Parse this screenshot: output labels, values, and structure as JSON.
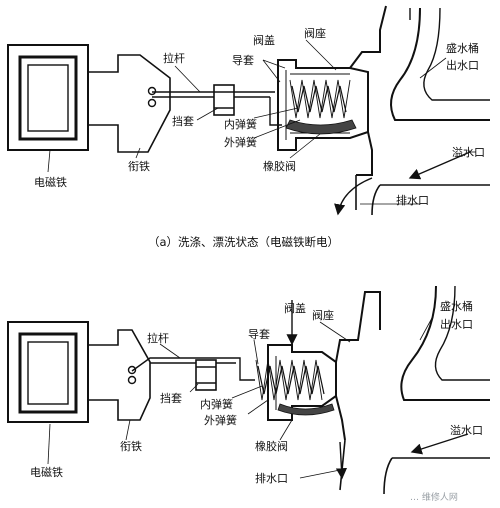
{
  "top": {
    "caption": "（a）洗涤、漂洗状态（电磁铁断电）",
    "labels": {
      "pull_rod": "拉杆",
      "valve_cover": "阀盖",
      "valve_seat": "阀座",
      "guide_sleeve": "导套",
      "stopper": "挡套",
      "inner_spring": "内弹簧",
      "outer_spring": "外弹簧",
      "rubber_valve": "橡胶阀",
      "armature": "衔铁",
      "electromagnet": "电磁铁",
      "tub_outlet_line1": "盛水桶",
      "tub_outlet_line2": "出水口",
      "overflow": "溢水口",
      "drain": "排水口"
    }
  },
  "bottom": {
    "labels": {
      "pull_rod": "拉杆",
      "valve_cover": "阀盖",
      "valve_seat": "阀座",
      "guide_sleeve": "导套",
      "stopper": "挡套",
      "inner_spring": "内弹簧",
      "outer_spring": "外弹簧",
      "rubber_valve": "橡胶阀",
      "armature": "衔铁",
      "electromagnet": "电磁铁",
      "tub_outlet_line1": "盛水桶",
      "tub_outlet_line2": "出水口",
      "overflow": "溢水口",
      "drain": "排水口"
    }
  },
  "watermark": "…  维修人网"
}
